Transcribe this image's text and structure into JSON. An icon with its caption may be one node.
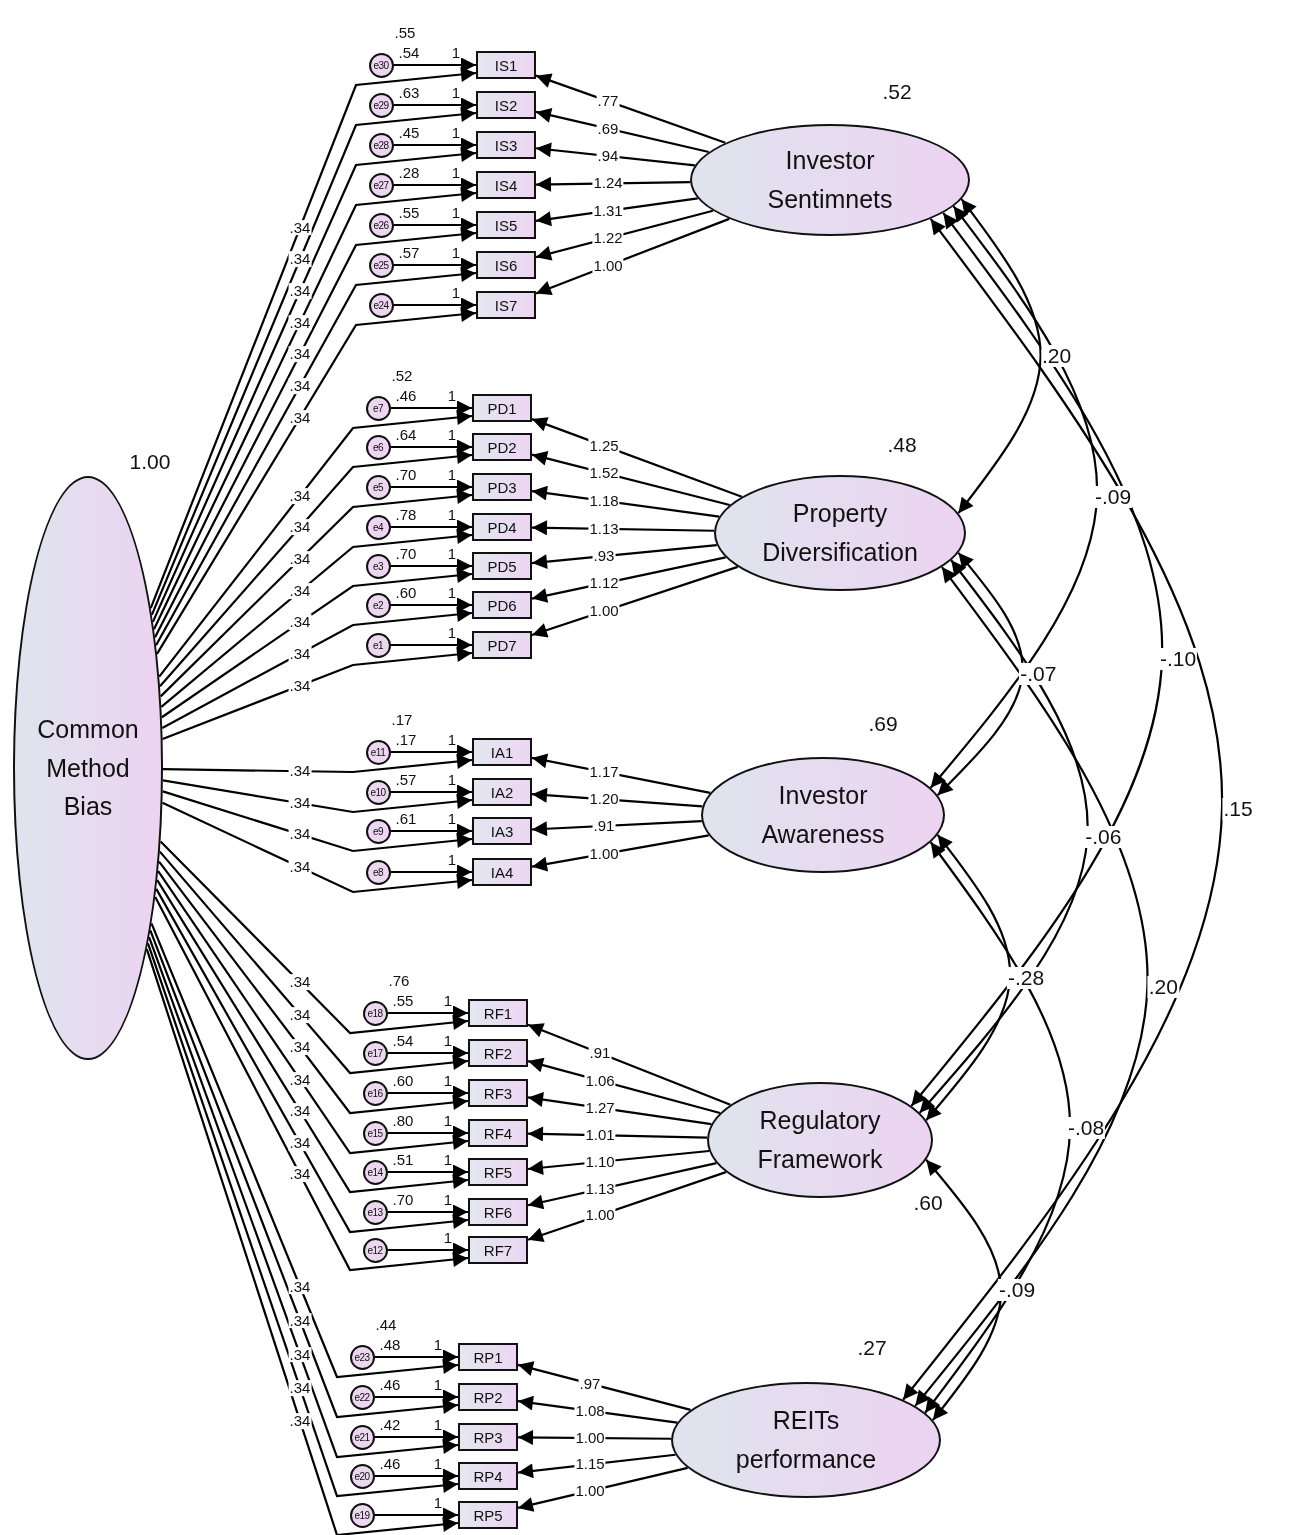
{
  "diagram": {
    "nodes": [
      {
        "text": [
          "Common Method Bias"
        ],
        "beside": [
          "1.00"
        ]
      },
      {
        "text": [
          "Investor Sentimnets"
        ],
        "beside": [
          ".52"
        ]
      },
      {
        "text": [
          "Property Diversification"
        ],
        "beside": [
          ".48"
        ]
      },
      {
        "text": [
          "Investor Awareness"
        ],
        "beside": [
          ".69"
        ]
      },
      {
        "text": [
          "Regulatory Framework"
        ],
        "beside": [
          ".60"
        ]
      },
      {
        "text": [
          "REITs performance"
        ],
        "beside": [
          ".27"
        ]
      },
      {
        "text": [
          "IS1"
        ]
      },
      {
        "text": [
          "IS2"
        ]
      },
      {
        "text": [
          "IS3"
        ]
      },
      {
        "text": [
          "IS4"
        ]
      },
      {
        "text": [
          "IS5"
        ]
      },
      {
        "text": [
          "IS6"
        ]
      },
      {
        "text": [
          "IS7"
        ]
      },
      {
        "text": [
          "PD1"
        ]
      },
      {
        "text": [
          "PD2"
        ]
      },
      {
        "text": [
          "PD3"
        ]
      },
      {
        "text": [
          "PD4"
        ]
      },
      {
        "text": [
          "PD5"
        ]
      },
      {
        "text": [
          "PD6"
        ]
      },
      {
        "text": [
          "PD7"
        ]
      },
      {
        "text": [
          "IA1"
        ]
      },
      {
        "text": [
          "IA2"
        ]
      },
      {
        "text": [
          "IA3"
        ]
      },
      {
        "text": [
          "IA4"
        ]
      },
      {
        "text": [
          "RF1"
        ]
      },
      {
        "text": [
          "RF2"
        ]
      },
      {
        "text": [
          "RF3"
        ]
      },
      {
        "text": [
          "RF4"
        ]
      },
      {
        "text": [
          "RF5"
        ]
      },
      {
        "text": [
          "RF6"
        ]
      },
      {
        "text": [
          "RF7"
        ]
      },
      {
        "text": [
          "RP1"
        ]
      },
      {
        "text": [
          "RP2"
        ]
      },
      {
        "text": [
          "RP3"
        ]
      },
      {
        "text": [
          "RP4"
        ]
      },
      {
        "text": [
          "RP5"
        ]
      },
      {
        "text": [
          "e30"
        ]
      },
      {
        "text": [
          "e29"
        ]
      },
      {
        "text": [
          "e28"
        ]
      },
      {
        "text": [
          "e27"
        ]
      },
      {
        "text": [
          "e26"
        ]
      },
      {
        "text": [
          "e25"
        ]
      },
      {
        "text": [
          "e24"
        ]
      },
      {
        "text": [
          "e7"
        ]
      },
      {
        "text": [
          "e6"
        ]
      },
      {
        "text": [
          "e5"
        ]
      },
      {
        "text": [
          "e4"
        ]
      },
      {
        "text": [
          "e3"
        ]
      },
      {
        "text": [
          "e2"
        ]
      },
      {
        "text": [
          "e1"
        ]
      },
      {
        "text": [
          "e11"
        ]
      },
      {
        "text": [
          "e10"
        ]
      },
      {
        "text": [
          "e9"
        ]
      },
      {
        "text": [
          "e8"
        ]
      },
      {
        "text": [
          "e18"
        ]
      },
      {
        "text": [
          "e17"
        ]
      },
      {
        "text": [
          "e16"
        ]
      },
      {
        "text": [
          "e15"
        ]
      },
      {
        "text": [
          "e14"
        ]
      },
      {
        "text": [
          "e13"
        ]
      },
      {
        "text": [
          "e12"
        ]
      },
      {
        "text": [
          "e23"
        ]
      },
      {
        "text": [
          "e22"
        ]
      },
      {
        "text": [
          "e21"
        ]
      },
      {
        "text": [
          "e20"
        ]
      },
      {
        "text": [
          "e19"
        ]
      }
    ],
    "edges": [
      {
        "from": 0,
        "to": 6,
        "arrow": "to",
        "label": ".34"
      },
      {
        "from": 0,
        "to": 7,
        "arrow": "to",
        "label": ".34"
      },
      {
        "from": 0,
        "to": 8,
        "arrow": "to",
        "label": ".34"
      },
      {
        "from": 0,
        "to": 9,
        "arrow": "to",
        "label": ".34"
      },
      {
        "from": 0,
        "to": 10,
        "arrow": "to",
        "label": ".34"
      },
      {
        "from": 0,
        "to": 11,
        "arrow": "to",
        "label": ".34"
      },
      {
        "from": 0,
        "to": 12,
        "arrow": "to",
        "label": ".34"
      },
      {
        "from": 0,
        "to": 13,
        "arrow": "to",
        "label": ".34"
      },
      {
        "from": 0,
        "to": 14,
        "arrow": "to",
        "label": ".34"
      },
      {
        "from": 0,
        "to": 15,
        "arrow": "to",
        "label": ".34"
      },
      {
        "from": 0,
        "to": 16,
        "arrow": "to",
        "label": ".34"
      },
      {
        "from": 0,
        "to": 17,
        "arrow": "to",
        "label": ".34"
      },
      {
        "from": 0,
        "to": 18,
        "arrow": "to",
        "label": ".34"
      },
      {
        "from": 0,
        "to": 19,
        "arrow": "to",
        "label": ".34"
      },
      {
        "from": 0,
        "to": 20,
        "arrow": "to",
        "label": ".34"
      },
      {
        "from": 0,
        "to": 21,
        "arrow": "to",
        "label": ".34"
      },
      {
        "from": 0,
        "to": 22,
        "arrow": "to",
        "label": ".34"
      },
      {
        "from": 0,
        "to": 23,
        "arrow": "to",
        "label": ".34"
      },
      {
        "from": 0,
        "to": 24,
        "arrow": "to",
        "label": ".34"
      },
      {
        "from": 0,
        "to": 25,
        "arrow": "to",
        "label": ".34"
      },
      {
        "from": 0,
        "to": 26,
        "arrow": "to",
        "label": ".34"
      },
      {
        "from": 0,
        "to": 27,
        "arrow": "to",
        "label": ".34"
      },
      {
        "from": 0,
        "to": 28,
        "arrow": "to",
        "label": ".34"
      },
      {
        "from": 0,
        "to": 29,
        "arrow": "to",
        "label": ".34"
      },
      {
        "from": 0,
        "to": 30,
        "arrow": "to",
        "label": ".34"
      },
      {
        "from": 0,
        "to": 31,
        "arrow": "to",
        "label": ".34"
      },
      {
        "from": 0,
        "to": 32,
        "arrow": "to",
        "label": ".34"
      },
      {
        "from": 0,
        "to": 33,
        "arrow": "to",
        "label": ".34"
      },
      {
        "from": 0,
        "to": 34,
        "arrow": "to",
        "label": ".34"
      },
      {
        "from": 0,
        "to": 35,
        "arrow": "to",
        "label": ".34"
      },
      {
        "from": 36,
        "to": 6,
        "arrow": "to",
        "label": "1"
      },
      {
        "from": 37,
        "to": 7,
        "arrow": "to",
        "label": "1"
      },
      {
        "from": 38,
        "to": 8,
        "arrow": "to",
        "label": "1"
      },
      {
        "from": 39,
        "to": 9,
        "arrow": "to",
        "label": "1"
      },
      {
        "from": 40,
        "to": 10,
        "arrow": "to",
        "label": "1"
      },
      {
        "from": 41,
        "to": 11,
        "arrow": "to",
        "label": "1"
      },
      {
        "from": 42,
        "to": 12,
        "arrow": "to",
        "label": "1"
      },
      {
        "from": 43,
        "to": 13,
        "arrow": "to",
        "label": "1"
      },
      {
        "from": 44,
        "to": 14,
        "arrow": "to",
        "label": "1"
      },
      {
        "from": 45,
        "to": 15,
        "arrow": "to",
        "label": "1"
      },
      {
        "from": 46,
        "to": 16,
        "arrow": "to",
        "label": "1"
      },
      {
        "from": 47,
        "to": 17,
        "arrow": "to",
        "label": "1"
      },
      {
        "from": 48,
        "to": 18,
        "arrow": "to",
        "label": "1"
      },
      {
        "from": 49,
        "to": 19,
        "arrow": "to",
        "label": "1"
      },
      {
        "from": 50,
        "to": 20,
        "arrow": "to",
        "label": "1"
      },
      {
        "from": 51,
        "to": 21,
        "arrow": "to",
        "label": "1"
      },
      {
        "from": 52,
        "to": 22,
        "arrow": "to",
        "label": "1"
      },
      {
        "from": 53,
        "to": 23,
        "arrow": "to",
        "label": "1"
      },
      {
        "from": 54,
        "to": 24,
        "arrow": "to",
        "label": "1"
      },
      {
        "from": 55,
        "to": 25,
        "arrow": "to",
        "label": "1"
      },
      {
        "from": 56,
        "to": 26,
        "arrow": "to",
        "label": "1"
      },
      {
        "from": 57,
        "to": 27,
        "arrow": "to",
        "label": "1"
      },
      {
        "from": 58,
        "to": 28,
        "arrow": "to",
        "label": "1"
      },
      {
        "from": 59,
        "to": 29,
        "arrow": "to",
        "label": "1"
      },
      {
        "from": 60,
        "to": 30,
        "arrow": "to",
        "label": "1"
      },
      {
        "from": 61,
        "to": 31,
        "arrow": "to",
        "label": "1"
      },
      {
        "from": 62,
        "to": 32,
        "arrow": "to",
        "label": "1"
      },
      {
        "from": 63,
        "to": 33,
        "arrow": "to",
        "label": "1"
      },
      {
        "from": 64,
        "to": 34,
        "arrow": "to",
        "label": "1"
      },
      {
        "from": 65,
        "to": 35,
        "arrow": "to",
        "label": "1"
      },
      {
        "from": 1,
        "to": 6,
        "arrow": "to",
        "label": ".77"
      },
      {
        "from": 1,
        "to": 7,
        "arrow": "to",
        "label": ".69"
      },
      {
        "from": 1,
        "to": 8,
        "arrow": "to",
        "label": ".94"
      },
      {
        "from": 1,
        "to": 9,
        "arrow": "to",
        "label": "1.24"
      },
      {
        "from": 1,
        "to": 10,
        "arrow": "to",
        "label": "1.31"
      },
      {
        "from": 1,
        "to": 11,
        "arrow": "to",
        "label": "1.22"
      },
      {
        "from": 1,
        "to": 12,
        "arrow": "to",
        "label": "1.00"
      },
      {
        "from": 2,
        "to": 13,
        "arrow": "to",
        "label": "1.25"
      },
      {
        "from": 2,
        "to": 14,
        "arrow": "to",
        "label": "1.52"
      },
      {
        "from": 2,
        "to": 15,
        "arrow": "to",
        "label": "1.18"
      },
      {
        "from": 2,
        "to": 16,
        "arrow": "to",
        "label": "1.13"
      },
      {
        "from": 2,
        "to": 17,
        "arrow": "to",
        "label": ".93"
      },
      {
        "from": 2,
        "to": 18,
        "arrow": "to",
        "label": "1.12"
      },
      {
        "from": 2,
        "to": 19,
        "arrow": "to",
        "label": "1.00"
      },
      {
        "from": 3,
        "to": 20,
        "arrow": "to",
        "label": "1.17"
      },
      {
        "from": 3,
        "to": 21,
        "arrow": "to",
        "label": "1.20"
      },
      {
        "from": 3,
        "to": 22,
        "arrow": "to",
        "label": ".91"
      },
      {
        "from": 3,
        "to": 23,
        "arrow": "to",
        "label": "1.00"
      },
      {
        "from": 4,
        "to": 24,
        "arrow": "to",
        "label": ".91"
      },
      {
        "from": 4,
        "to": 25,
        "arrow": "to",
        "label": "1.06"
      },
      {
        "from": 4,
        "to": 26,
        "arrow": "to",
        "label": "1.27"
      },
      {
        "from": 4,
        "to": 27,
        "arrow": "to",
        "label": "1.01"
      },
      {
        "from": 4,
        "to": 28,
        "arrow": "to",
        "label": "1.10"
      },
      {
        "from": 4,
        "to": 29,
        "arrow": "to",
        "label": "1.13"
      },
      {
        "from": 4,
        "to": 30,
        "arrow": "to",
        "label": "1.00"
      },
      {
        "from": 5,
        "to": 31,
        "arrow": "to",
        "label": ".97"
      },
      {
        "from": 5,
        "to": 32,
        "arrow": "to",
        "label": "1.08"
      },
      {
        "from": 5,
        "to": 33,
        "arrow": "to",
        "label": "1.00"
      },
      {
        "from": 5,
        "to": 34,
        "arrow": "to",
        "label": "1.15"
      },
      {
        "from": 5,
        "to": 35,
        "arrow": "to",
        "label": "1.00"
      },
      {
        "from": 1,
        "to": 2,
        "arrow": "both",
        "label": ".20"
      },
      {
        "from": 1,
        "to": 3,
        "arrow": "both",
        "label": "-.09"
      },
      {
        "from": 1,
        "to": 4,
        "arrow": "both",
        "label": "-.10"
      },
      {
        "from": 1,
        "to": 5,
        "arrow": "both",
        "label": ".15"
      },
      {
        "from": 2,
        "to": 3,
        "arrow": "both",
        "label": "-.07"
      },
      {
        "from": 2,
        "to": 4,
        "arrow": "both",
        "label": "-.06"
      },
      {
        "from": 2,
        "to": 5,
        "arrow": "both",
        "label": ".20"
      },
      {
        "from": 3,
        "to": 4,
        "arrow": "both",
        "label": "-.28"
      },
      {
        "from": 3,
        "to": 5,
        "arrow": "both",
        "label": "-.08"
      },
      {
        "from": 4,
        "to": 5,
        "arrow": "both",
        "label": "-.09"
      }
    ],
    "labels": [
      ".55",
      ".54",
      ".63",
      ".45",
      ".28",
      ".55",
      ".57",
      ".52",
      ".46",
      ".64",
      ".70",
      ".78",
      ".70",
      ".60",
      ".17",
      ".17",
      ".57",
      ".61",
      ".76",
      ".55",
      ".54",
      ".60",
      ".80",
      ".51",
      ".70",
      ".44",
      ".48",
      ".46",
      ".42",
      ".46"
    ]
  }
}
